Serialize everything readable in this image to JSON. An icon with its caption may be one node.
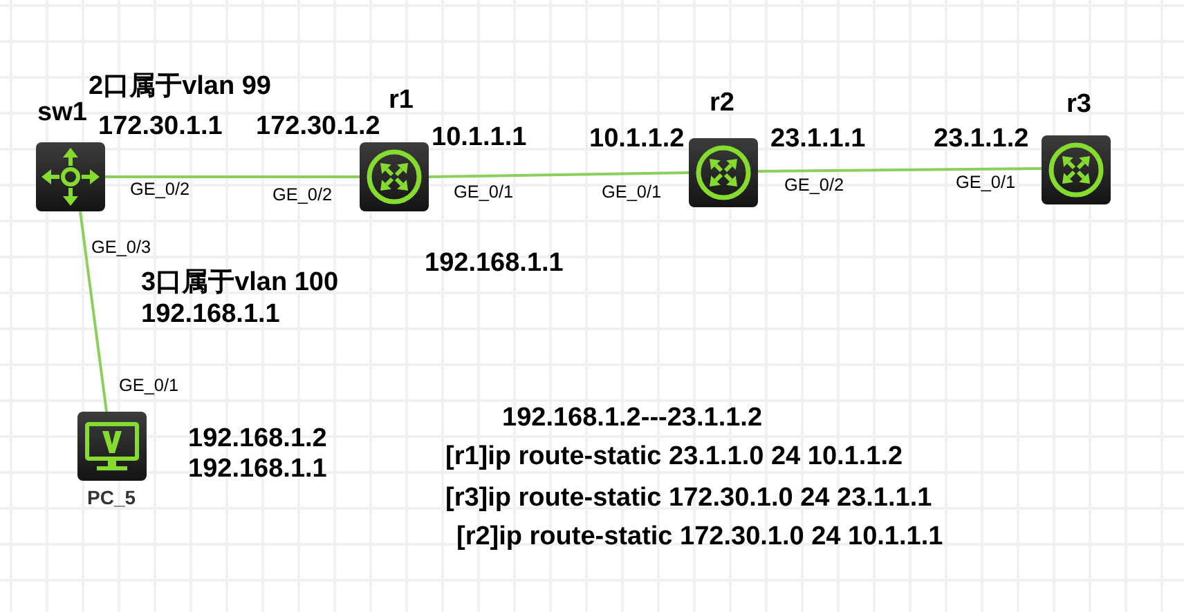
{
  "diagram": {
    "nodes": [
      {
        "text": [
          "sw1"
        ],
        "beside": [
          "GE_0/2",
          "GE_0/3"
        ]
      },
      {
        "text": [
          "r1"
        ],
        "beside": [
          "GE_0/2",
          "GE_0/1"
        ]
      },
      {
        "text": [
          "r2"
        ],
        "beside": [
          "GE_0/1",
          "GE_0/2"
        ]
      },
      {
        "text": [
          "r3"
        ],
        "beside": [
          "GE_0/1"
        ]
      },
      {
        "text": [
          "PC_5"
        ],
        "beside": [
          "GE_0/1"
        ]
      }
    ],
    "edges": [
      {
        "from": 0,
        "to": 1,
        "arrow": "none"
      },
      {
        "from": 1,
        "to": 2,
        "arrow": "none"
      },
      {
        "from": 2,
        "to": 3,
        "arrow": "none"
      },
      {
        "from": 0,
        "to": 4,
        "arrow": "none"
      }
    ],
    "labels": [
      "2口属于vlan 99",
      "172.30.1.1",
      "172.30.1.2",
      "10.1.1.1",
      "10.1.1.2",
      "23.1.1.1",
      "23.1.1.2",
      "192.168.1.1",
      "3口属于vlan 100",
      "192.168.1.1",
      "192.168.1.2",
      "192.168.1.1",
      "192.168.1.2---23.1.1.2",
      "[r1]ip route-static 23.1.1.0 24 10.1.1.2",
      "[r3]ip route-static 172.30.1.0 24 23.1.1.1",
      "[r2]ip route-static 172.30.1.0 24 10.1.1.1"
    ]
  }
}
